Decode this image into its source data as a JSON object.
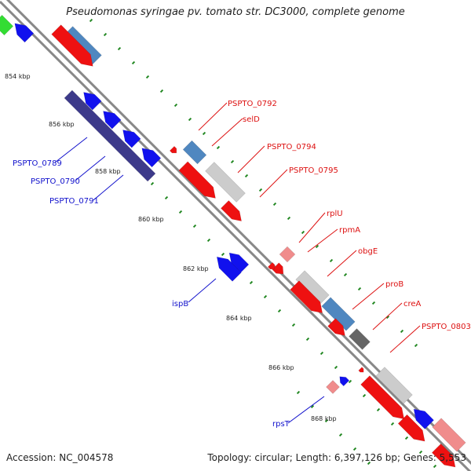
{
  "header": {
    "title": "Pseudomonas syringae pv. tomato str. DC3000, complete genome"
  },
  "footer": {
    "accession": "Accession: NC_004578",
    "summary": "Topology: circular; Length: 6,397,126 bp; Genes: 5,553"
  },
  "ticks": [
    "854 kbp",
    "856 kbp",
    "858 kbp",
    "860 kbp",
    "862 kbp",
    "864 kbp",
    "866 kbp",
    "868 kbp"
  ],
  "gene_labels": {
    "forward": [
      "PSPTO_0792",
      "selD",
      "PSPTO_0794",
      "PSPTO_0795",
      "rplU",
      "rpmA",
      "obgE",
      "proB",
      "creA",
      "PSPTO_0803"
    ],
    "reverse": [
      "PSPTO_0789",
      "PSPTO_0790",
      "PSPTO_0791",
      "ispB",
      "rpsT"
    ]
  },
  "colors": {
    "forward_cds": "#ee1111",
    "reverse_cds": "#1111ee",
    "rna": "#f08c8c",
    "other": "#4f87c0",
    "pseudo": "#cccccc",
    "darkgray": "#666666",
    "purple": "#3d3a8a",
    "green": "#33dd33",
    "backbone": "#888888",
    "forward_label": "#dd1111",
    "reverse_label": "#1111cc",
    "tick_dots": "#228822"
  }
}
